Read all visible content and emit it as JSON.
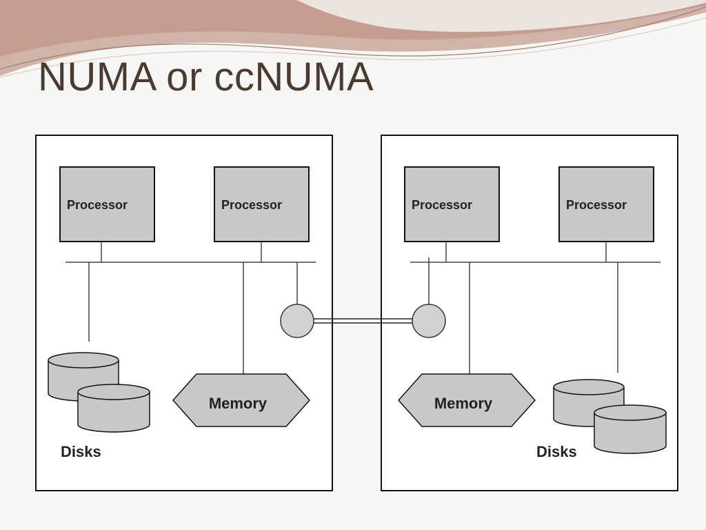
{
  "slide": {
    "title": "NUMA or ccNUMA"
  },
  "diagram": {
    "nodes": [
      {
        "processors": [
          "Processor",
          "Processor"
        ],
        "memory_label": "Memory",
        "disks_label": "Disks"
      },
      {
        "processors": [
          "Processor",
          "Processor"
        ],
        "memory_label": "Memory",
        "disks_label": "Disks"
      }
    ]
  },
  "colors": {
    "title": "#4a3a30",
    "component_fill": "#c8c8c8",
    "decoration": "#c9a79b"
  }
}
